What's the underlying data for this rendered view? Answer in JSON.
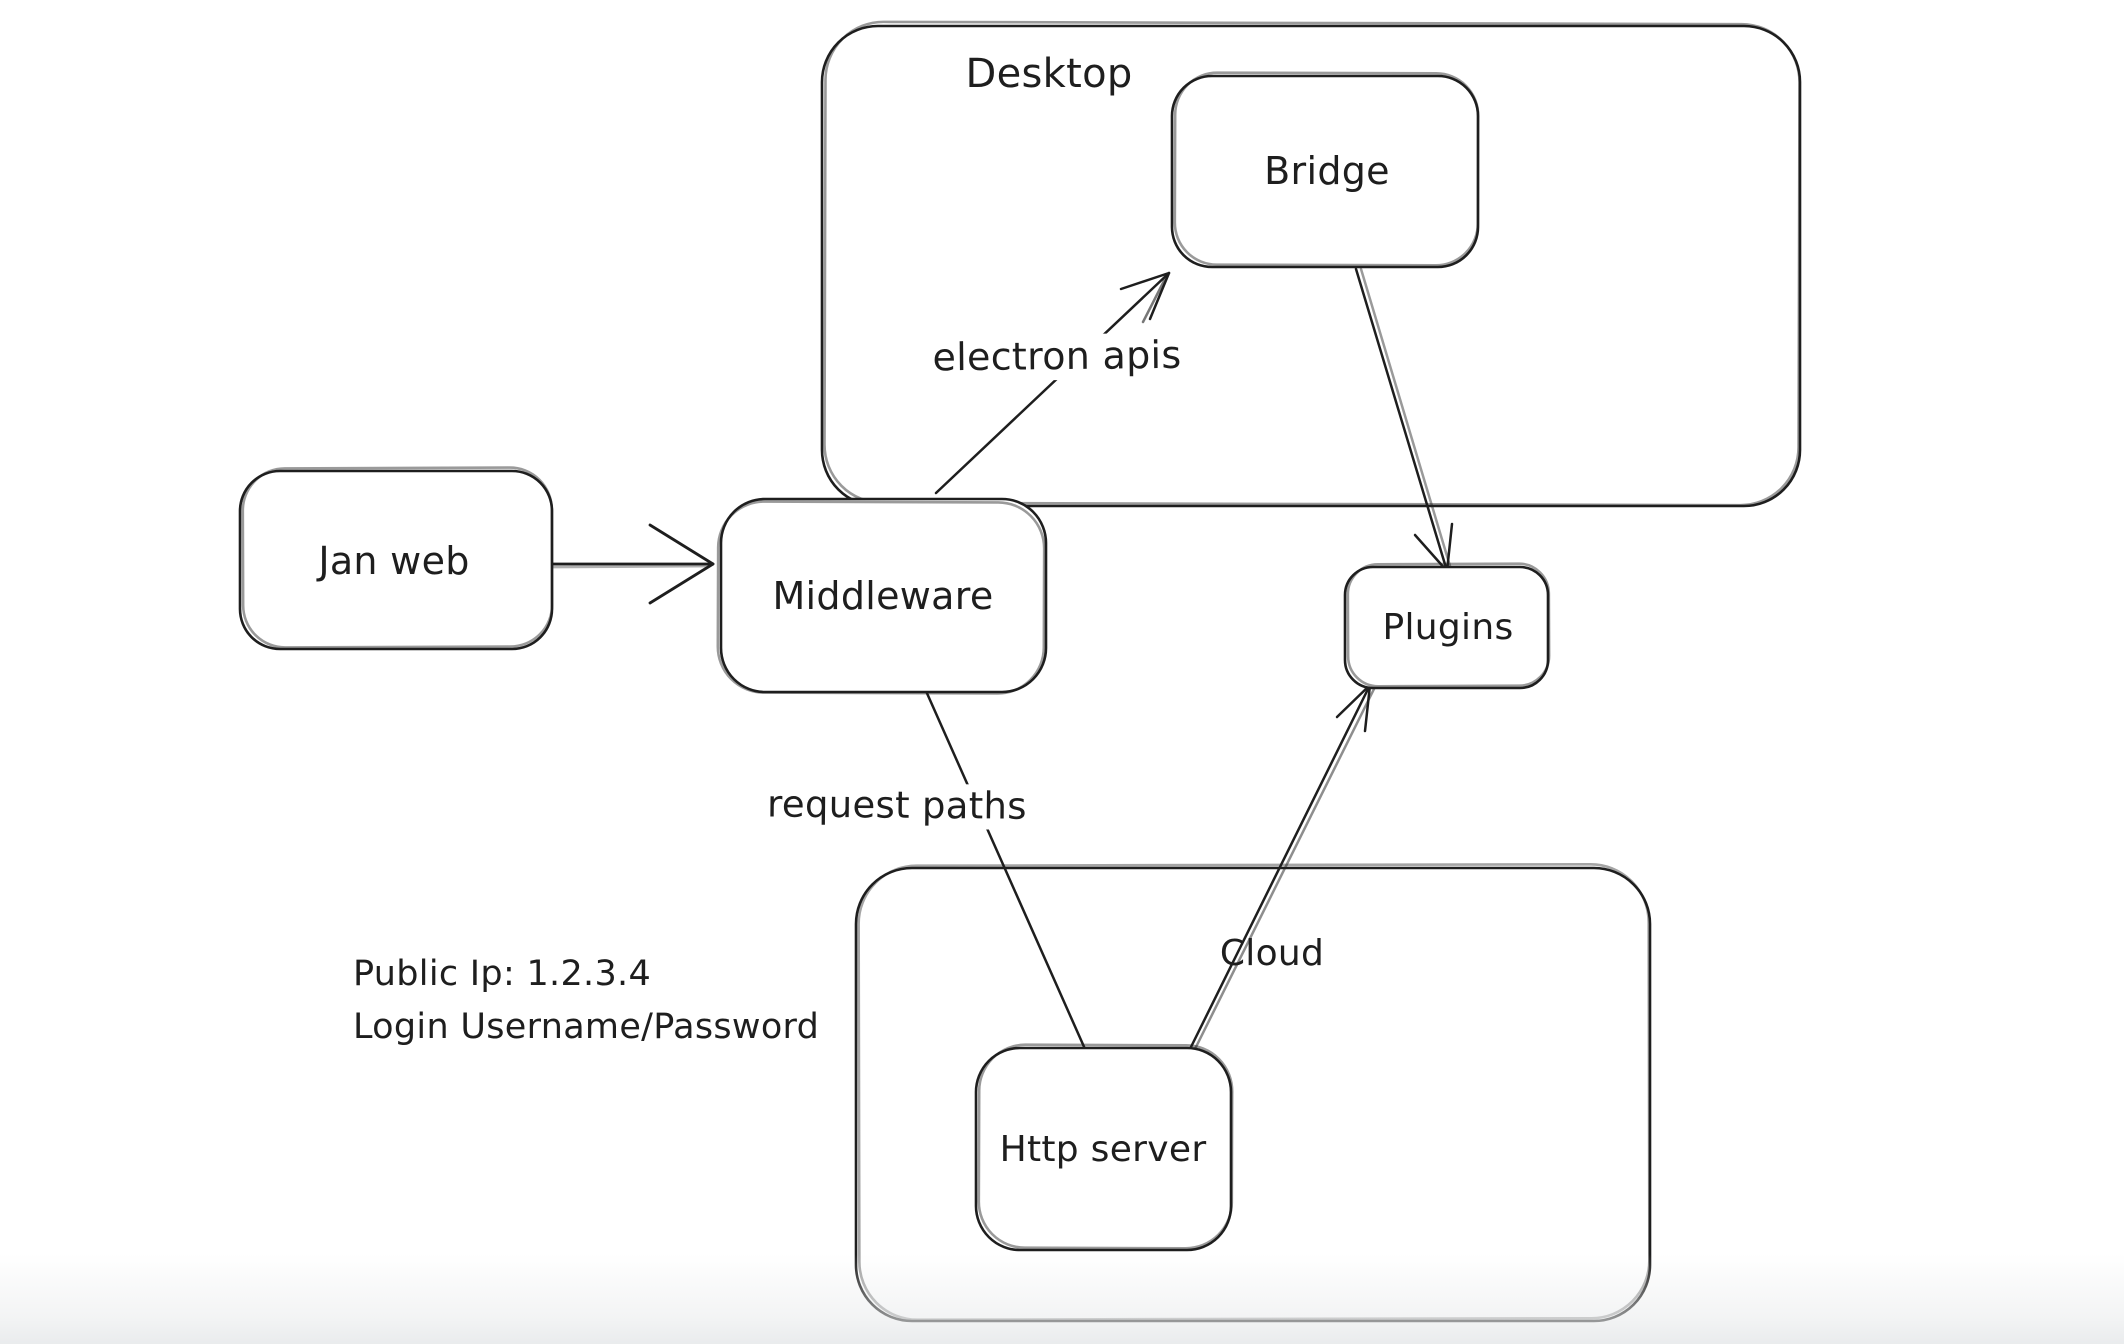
{
  "canvas": {
    "background_color": "#ffffff",
    "ink_color": "#1e1e1e"
  },
  "containers": [
    {
      "id": "desktop",
      "label": "Desktop"
    },
    {
      "id": "cloud",
      "label": "Cloud"
    }
  ],
  "nodes": [
    {
      "id": "jan-web",
      "label": "Jan web"
    },
    {
      "id": "middleware",
      "label": "Middleware"
    },
    {
      "id": "bridge",
      "label": "Bridge"
    },
    {
      "id": "plugins",
      "label": "Plugins"
    },
    {
      "id": "http-server",
      "label": "Http server"
    }
  ],
  "edges": [
    {
      "from": "jan-web",
      "to": "middleware",
      "label": ""
    },
    {
      "from": "middleware",
      "to": "bridge",
      "label": "electron apis"
    },
    {
      "from": "bridge",
      "to": "plugins",
      "label": ""
    },
    {
      "from": "middleware",
      "to": "http-server",
      "label": "request paths"
    },
    {
      "from": "http-server",
      "to": "plugins",
      "label": ""
    }
  ],
  "annotations": {
    "public_ip": "Public Ip: 1.2.3.4",
    "login": "Login Username/Password"
  }
}
